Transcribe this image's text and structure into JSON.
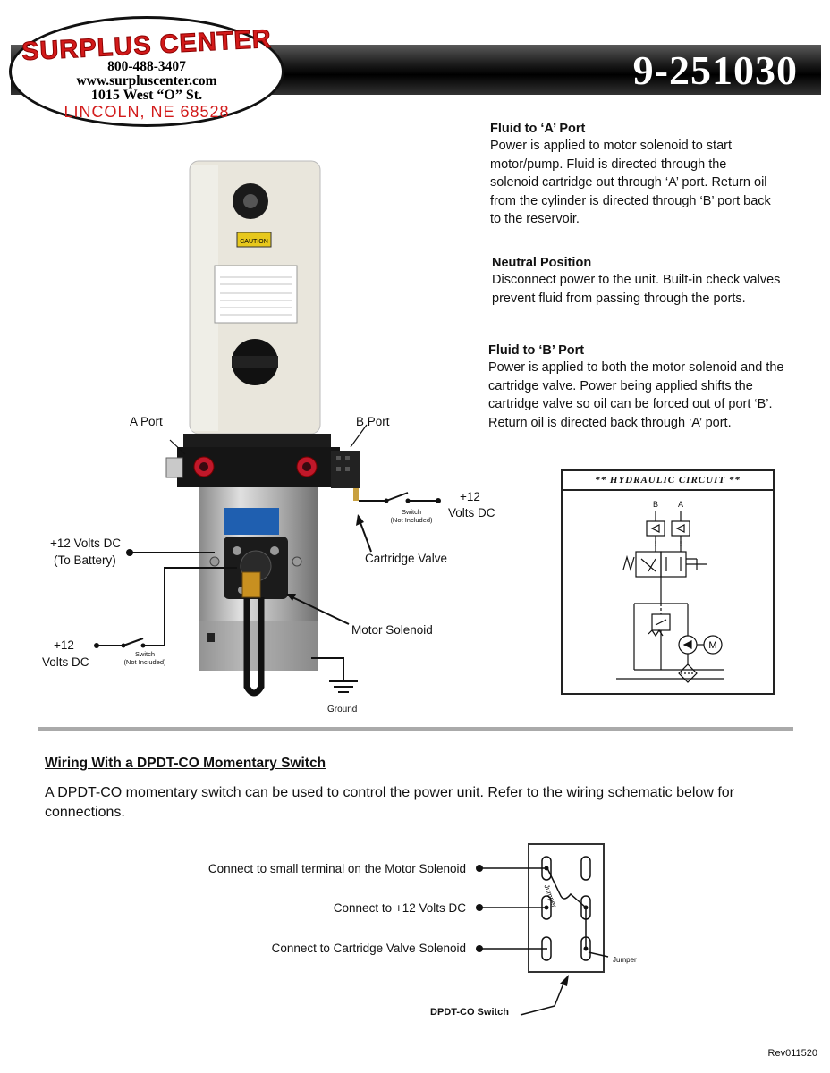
{
  "header": {
    "part_number": "9-251030"
  },
  "logo": {
    "brand": "SURPLUS CENTER",
    "phone": "800-488-3407",
    "website": "www.surpluscenter.com",
    "address": "1015 West “O” St.",
    "city": "LINCOLN, NE 68528"
  },
  "descriptions": [
    {
      "title": "Fluid to ‘A’ Port",
      "lines": [
        "Power is applied to motor solenoid to start",
        "motor/pump.  Fluid is directed through the",
        "solenoid cartridge out through ‘A’ port.  Return oil",
        "from the cylinder is directed through ‘B’ port back",
        "to the reservoir."
      ]
    },
    {
      "title": "Neutral Position",
      "lines": [
        "Disconnect power to the unit.  Built-in check valves",
        "prevent fluid from passing through the ports."
      ]
    },
    {
      "title": "Fluid to ‘B’ Port",
      "lines": [
        "Power is applied to both the motor solenoid and the",
        "cartridge valve.  Power being applied shifts the",
        "cartridge valve so oil can be forced out of port ‘B’.",
        "Return oil is directed back through ‘A’ port."
      ]
    }
  ],
  "diagram_labels": {
    "a_port": "A Port",
    "b_port": "B Port",
    "plus12_right_1": "+12",
    "plus12_right_2": "Volts DC",
    "switch_right_1": "Switch",
    "switch_right_2": "(Not Included)",
    "cartridge_valve": "Cartridge Valve",
    "battery_1": "+12 Volts DC",
    "battery_2": "(To Battery)",
    "motor_solenoid": "Motor Solenoid",
    "plus12_left_1": "+12",
    "plus12_left_2": "Volts DC",
    "switch_left_1": "Switch",
    "switch_left_2": "(Not Included)",
    "ground": "Ground",
    "caution": "CAUTION"
  },
  "hydraulic_circuit": {
    "title": "** HYDRAULIC CIRCUIT **",
    "port_b": "B",
    "port_a": "A",
    "motor": "M"
  },
  "wiring": {
    "heading": "Wiring With a DPDT-CO Momentary Switch",
    "body": "A DPDT-CO momentary switch can be used to control the power unit.  Refer to the wiring schematic below for connections.",
    "connections": [
      "Connect to small terminal on the Motor Solenoid",
      "Connect to +12 Volts DC",
      "Connect to Cartridge Valve Solenoid"
    ],
    "jumper_1": "Jumper",
    "jumper_2": "Jumper",
    "switch_label": "DPDT-CO Switch"
  },
  "revision": "Rev011520",
  "colors": {
    "brand_red": "#d21a1a",
    "header_black": "#000000",
    "reservoir": "#e9e6dc",
    "motor_silver": "#b8b8b8",
    "port_red": "#c0182a",
    "label_blue": "#1f5fb0"
  }
}
